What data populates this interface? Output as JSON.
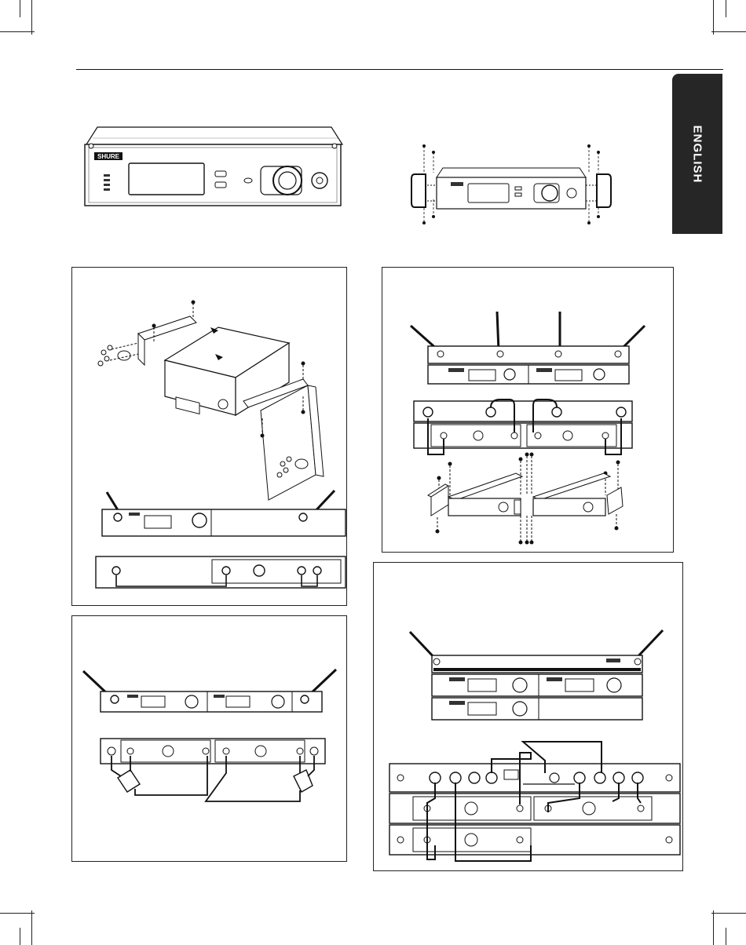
{
  "side_tab": {
    "label": "ENGLISH"
  },
  "branding": {
    "logo_text": "SHURE"
  },
  "figures": [
    {
      "id": "receiver-front"
    },
    {
      "id": "receiver-rack-ears"
    },
    {
      "id": "half-rack-single-mount"
    },
    {
      "id": "dual-half-rack-mount"
    },
    {
      "id": "dual-receiver-splitter"
    },
    {
      "id": "antenna-distribution-rack"
    }
  ]
}
